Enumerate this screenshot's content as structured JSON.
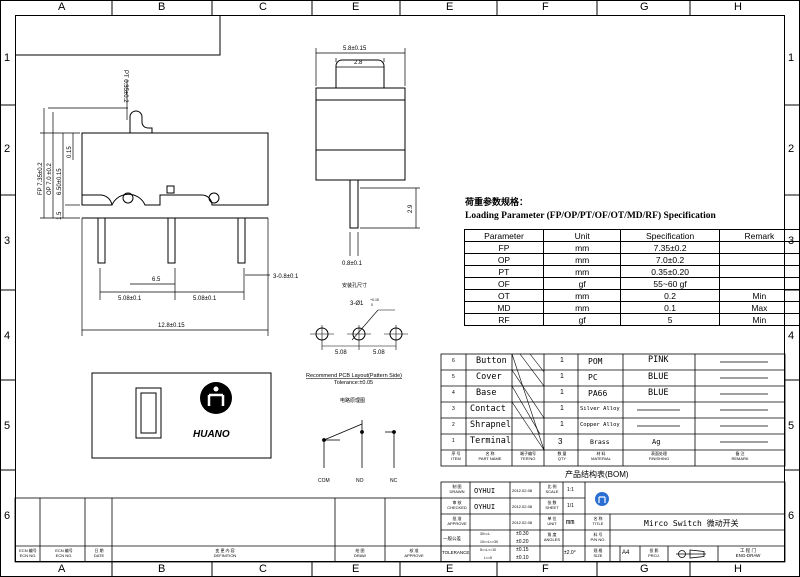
{
  "grid": {
    "cols": [
      "A",
      "B",
      "C",
      "E",
      "E",
      "F",
      "G",
      "H"
    ],
    "rows": [
      "1",
      "2",
      "3",
      "4",
      "5",
      "6"
    ]
  },
  "side_view": {
    "pt_label": "PT 0.35±0.2",
    "fp_label": "FP 7.35±0.2",
    "op_label": "OP 7.0 ±0.2",
    "h650_label": "6.50±0.15",
    "h015_label": "0.15",
    "h15_label": "1.5",
    "w65_label": "6.5",
    "w508a_label": "5.08±0.1",
    "w508b_label": "5.08±0.1",
    "w128_label": "12.8±0.15",
    "pin_label": "3-0.8±0.1"
  },
  "front_view": {
    "width_label": "5.8±0.15",
    "plunger_label": "2.8",
    "h29_label": "2.9",
    "pin_label": "0.8±0.1"
  },
  "mount": {
    "title": "安装孔尺寸",
    "hole_label": "3-Ø1",
    "tol_plus": "+0.15",
    "tol_zero": "0",
    "d1": "5.08",
    "d2": "5.08"
  },
  "pcb": {
    "title": "Recommend PCB Layout(Pattern Side)",
    "tolerance": "Tolerance:±0.05"
  },
  "circuit": {
    "title": "电路原理图",
    "com": "COM",
    "nc": "NC",
    "no": "NO"
  },
  "logo_box": {
    "brand": "HUANO"
  },
  "spec": {
    "title_cn": "荷重参数规格：",
    "title_en": "Loading Parameter (FP/OP/PT/OF/OT/MD/RF) Specification",
    "headers": [
      "Parameter",
      "Unit",
      "Specification",
      "Remark"
    ],
    "rows": [
      [
        "FP",
        "mm",
        "7.35±0.2",
        ""
      ],
      [
        "OP",
        "mm",
        "7.0±0.2",
        ""
      ],
      [
        "PT",
        "mm",
        "0.35±0.20",
        ""
      ],
      [
        "OF",
        "gf",
        "55~60 gf",
        ""
      ],
      [
        "OT",
        "mm",
        "0.2",
        "Min"
      ],
      [
        "MD",
        "mm",
        "0.1",
        "Max"
      ],
      [
        "RF",
        "gf",
        "5",
        "Min"
      ]
    ]
  },
  "bom": {
    "rows": [
      {
        "no": "6",
        "name": "Button",
        "qty": "1",
        "material": "POM",
        "finish": "PINK"
      },
      {
        "no": "5",
        "name": "Cover",
        "qty": "1",
        "material": "PC",
        "finish": "BLUE"
      },
      {
        "no": "4",
        "name": "Base",
        "qty": "1",
        "material": "PA66",
        "finish": "BLUE"
      },
      {
        "no": "3",
        "name": "Contact",
        "qty": "1",
        "material": "Silver Alloy",
        "finish": ""
      },
      {
        "no": "2",
        "name": "Shrapnel",
        "qty": "1",
        "material": "Copper Alloy",
        "finish": ""
      },
      {
        "no": "1",
        "name": "Terminal",
        "qty": "3",
        "material": "Brass",
        "finish": "Ag"
      }
    ],
    "header": {
      "item_cn": "序 号",
      "item_en": "ITEM",
      "name_cn": "名 称",
      "name_en": "PART NAME",
      "term_cn": "端子编号",
      "term_en": "TER'NO",
      "qty_cn": "数 量",
      "qty_en": "QTY",
      "mat_cn": "材 料",
      "mat_en": "MATERIAL",
      "fin_cn": "表面处理",
      "fin_en": "FINISHING",
      "rem_cn": "备 注",
      "rem_en": "REMARK"
    },
    "caption": "产品结构表(BOM)"
  },
  "title_block": {
    "drawn_cn": "制 图",
    "drawn_en": "DRAWN",
    "checked_cn": "审 核",
    "checked_en": "CHECKED",
    "approve_cn": "批 准",
    "approve_en": "APPROVE",
    "general_tol_cn": "一般公差",
    "tolerance_en": "TOLERANCE",
    "drawn_by": "OYHUI",
    "checked_by": "OYHUI",
    "date1": "2012.02.08",
    "date2": "2012.02.08",
    "date3": "2012.02.08",
    "scale_cn": "比 例",
    "scale_en": "SCALE",
    "scale_val": "1:1",
    "sheet_cn": "张 数",
    "sheet_en": "SHEET",
    "sheet_val": "1/1",
    "unit_cn": "单 位",
    "unit_en": "UNIT",
    "unit_val": "mm",
    "angle_cn": "角 度",
    "angle_en": "ANGLES",
    "angle_val": "±2.0°",
    "title_cn": "名 称",
    "title_en": "TITLE",
    "title_val": "Mirco Switch 微动开关",
    "pn_cn": "料 号",
    "pn_en": "P/N NO.",
    "size_cn": "规 格",
    "size_en": "SIZE",
    "size_val": "A4",
    "proj_cn": "投 影",
    "proj_en": "PROJ.",
    "eng_cn": "工 程 门",
    "eng_en": "ENG-DRAW",
    "tol_rows": [
      [
        "30<=L",
        "±0.30"
      ],
      [
        "10<=L<=30",
        "±0.20"
      ],
      [
        "5<=L<=10",
        "±0.15"
      ],
      [
        "L<=5",
        "±0.10"
      ]
    ]
  },
  "revision_block": {
    "ecn_no_cn": "ECN 编号",
    "ecn_no_en": "ECN NO.",
    "date_cn": "日 期",
    "date_en": "DATE",
    "def_cn": "变 更 内 容",
    "def_en": "DEFINITION",
    "draw_cn": "绘 图",
    "draw_en": "DRAW",
    "approve_cn": "核 准",
    "approve_en": "APPROVE"
  }
}
